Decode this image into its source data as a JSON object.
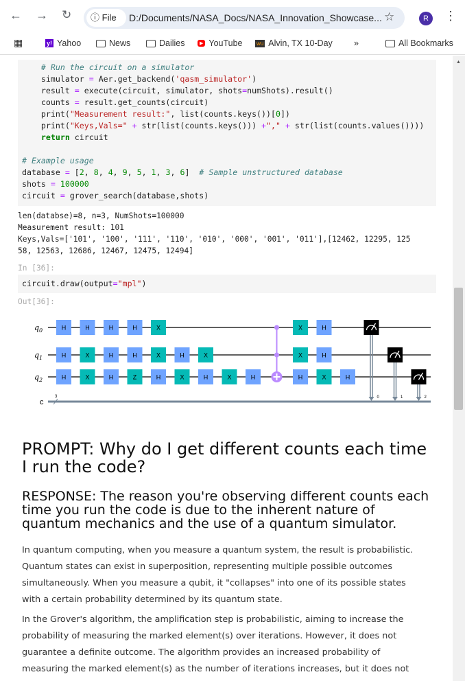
{
  "browser": {
    "file_label": "File",
    "url": "D:/Documents/NASA_Docs/NASA_Innovation_Showcase...",
    "avatar": "R"
  },
  "bookmarks": [
    {
      "label": "Yahoo",
      "icon": "yahoo-icon"
    },
    {
      "label": "News",
      "icon": "folder-icon"
    },
    {
      "label": "Dailies",
      "icon": "folder-icon"
    },
    {
      "label": "YouTube",
      "icon": "youtube-icon"
    },
    {
      "label": "Alvin, TX 10-Day",
      "icon": "wu-icon"
    }
  ],
  "all_bookmarks": "All Bookmarks",
  "code1": [
    "    # Run the circuit on a simulator",
    "    simulator = Aer.get_backend('qasm_simulator')",
    "    result = execute(circuit, simulator, shots=numShots).result()",
    "    counts = result.get_counts(circuit)",
    "    print(\"Measurement result:\", list(counts.keys())[0])",
    "    print(\"Keys,Vals=\" + str(list(counts.keys())) +\",\" + str(list(counts.values())))",
    "    return circuit",
    "",
    "# Example usage",
    "database = [2, 8, 4, 9, 5, 1, 3, 6]  # Sample unstructured database",
    "shots = 100000",
    "circuit = grover_search(database,shots)"
  ],
  "output1": "len(databse)=8, n=3, NumShots=100000\nMeasurement result: 101\nKeys,Vals=['101', '100', '111', '110', '010', '000', '001', '011'],[12462, 12295, 125\n58, 12563, 12686, 12467, 12475, 12494]",
  "in_prompt": "In [36]:",
  "code2": "circuit.draw(output=\"mpl\")",
  "out_prompt": "Out[36]:",
  "circuit": {
    "wires": [
      "q0",
      "q1",
      "q2"
    ],
    "classical": "c",
    "classical_width": "3",
    "gates": [
      [
        "H",
        "H",
        "H",
        "H",
        "X",
        "",
        "",
        "",
        "",
        "C",
        "X",
        "H",
        "",
        "M",
        "",
        ""
      ],
      [
        "H",
        "X",
        "H",
        "H",
        "X",
        "H",
        "X",
        "",
        "",
        "C",
        "X",
        "H",
        "",
        "",
        "M",
        ""
      ],
      [
        "H",
        "X",
        "H",
        "Z",
        "H",
        "X",
        "H",
        "X",
        "H",
        "T",
        "H",
        "X",
        "H",
        "",
        "",
        "M"
      ]
    ],
    "bit_labels": [
      "0",
      "1",
      "2"
    ],
    "colors": {
      "H": "#6fa4ff",
      "X": "#05bab6",
      "Z": "#05bab6",
      "ctrl": "#bb8bff",
      "meas": "#000000",
      "wire": "#000000",
      "creg": "#778899"
    }
  },
  "prompt_heading": "PROMPT: Why do I get different counts each time I run the code?",
  "response_heading": "RESPONSE: The reason you're observing different counts each time you run the code is due to the inherent nature of quantum mechanics and the use of a quantum simulator.",
  "paragraphs": [
    "In quantum computing, when you measure a quantum system, the result is probabilistic. Quantum states can exist in superposition, representing multiple possible outcomes simultaneously. When you measure a qubit, it \"collapses\" into one of its possible states with a certain probability determined by its quantum state.",
    "In the Grover's algorithm, the amplification step is probabilistic, aiming to increase the probability of measuring the marked element(s) over iterations. However, it does not guarantee a definite outcome. The algorithm provides an increased probability of measuring the marked element(s) as the number of iterations increases, but it does not guarantee a unique result."
  ]
}
